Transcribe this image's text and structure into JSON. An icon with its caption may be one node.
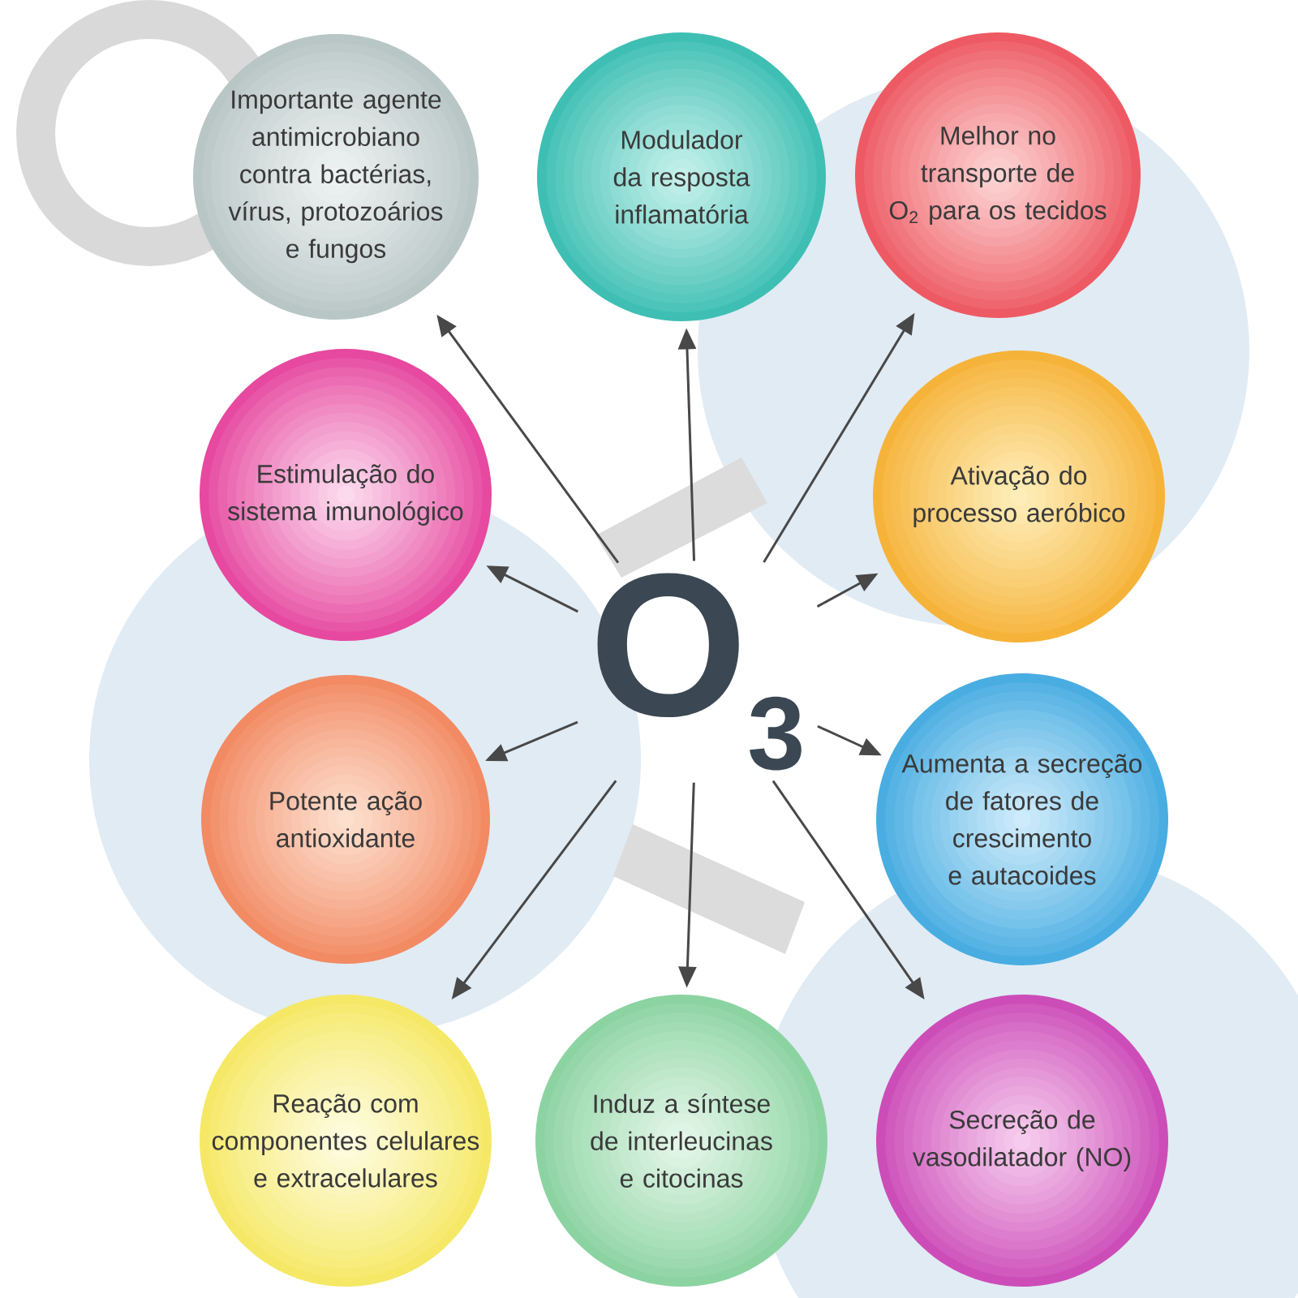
{
  "diagram": {
    "nodes": [
      {
        "text": [
          "Importante agente antimicrobiano contra bactérias, vírus, protozoários e fungos"
        ]
      },
      {
        "text": [
          "Modulador da resposta inflamatória"
        ]
      },
      {
        "text": [
          "Melhor no transporte de O$_{2}$ para os tecidos"
        ]
      },
      {
        "text": [
          "Estimulação do sistema imunológico"
        ]
      },
      {
        "text": [
          "Ativação do processo aeróbico"
        ]
      },
      {
        "text": [
          "O$_{3}$"
        ]
      },
      {
        "text": [
          "Potente ação antioxidante"
        ]
      },
      {
        "text": [
          "Aumenta a secreção de fatores de crescimento e autacoides"
        ]
      },
      {
        "text": [
          "Reação com componentes celulares e extracelulares"
        ]
      },
      {
        "text": [
          "Induz a síntese de interleucinas e citocinas"
        ]
      },
      {
        "text": [
          "Secreção de vasodilatador (NO)"
        ]
      }
    ],
    "edges": [
      {
        "from": 5,
        "to": 0,
        "arrow": "to"
      },
      {
        "from": 5,
        "to": 1,
        "arrow": "to"
      },
      {
        "from": 5,
        "to": 2,
        "arrow": "to"
      },
      {
        "from": 5,
        "to": 3,
        "arrow": "to"
      },
      {
        "from": 5,
        "to": 4,
        "arrow": "to"
      },
      {
        "from": 5,
        "to": 6,
        "arrow": "to"
      },
      {
        "from": 5,
        "to": 7,
        "arrow": "to"
      },
      {
        "from": 5,
        "to": 8,
        "arrow": "to"
      },
      {
        "from": 5,
        "to": 9,
        "arrow": "to"
      },
      {
        "from": 5,
        "to": 10,
        "arrow": "to"
      }
    ]
  }
}
